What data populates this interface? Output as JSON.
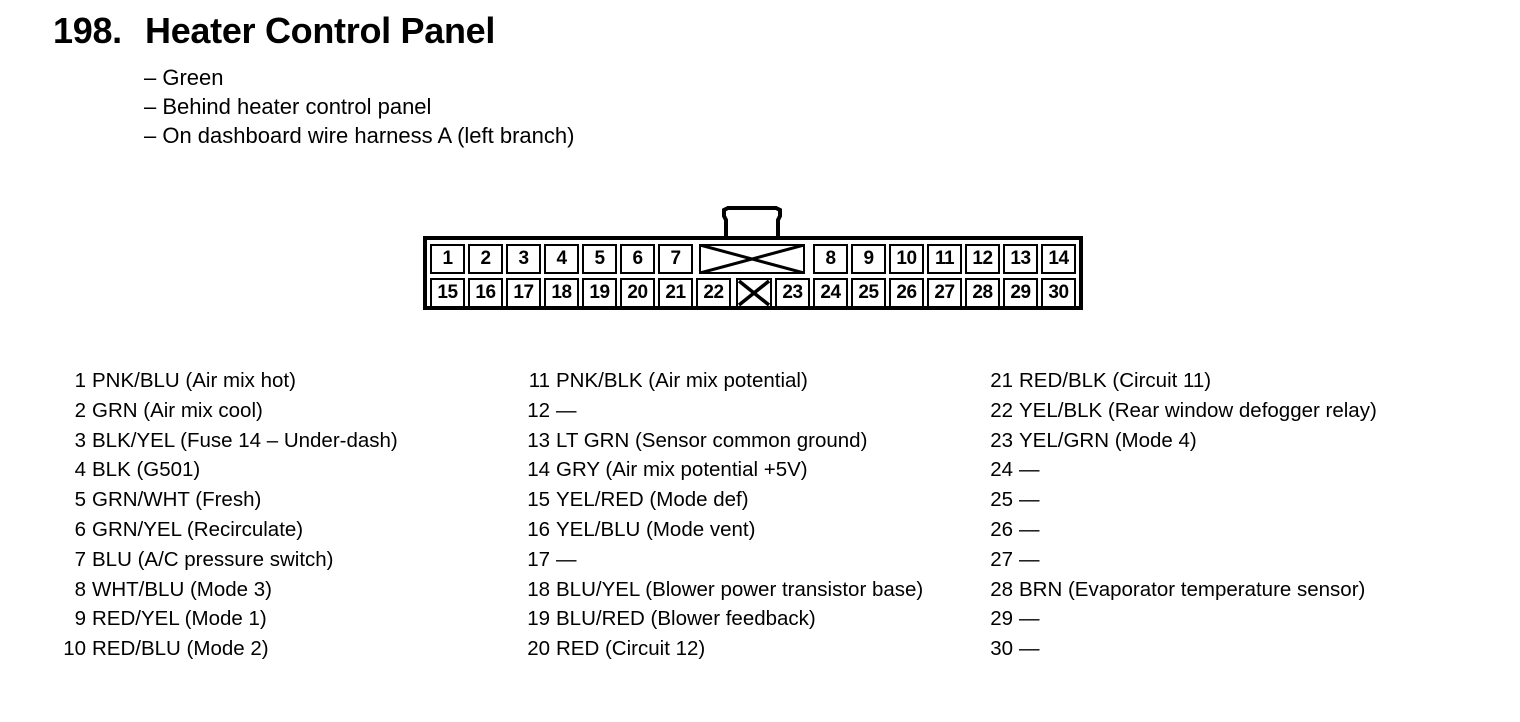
{
  "header": {
    "number": "198.",
    "title": "Heater Control Panel"
  },
  "notes": [
    "– Green",
    "– Behind heater control panel",
    "– On dashboard wire harness A (left branch)"
  ],
  "connector": {
    "top_row": [
      "1",
      "2",
      "3",
      "4",
      "5",
      "6",
      "7",
      "8",
      "9",
      "10",
      "11",
      "12",
      "13",
      "14"
    ],
    "bottom_row": [
      "15",
      "16",
      "17",
      "18",
      "19",
      "20",
      "21",
      "22",
      "23",
      "24",
      "25",
      "26",
      "27",
      "28",
      "29",
      "30"
    ]
  },
  "pinout": {
    "columns": [
      [
        {
          "pin": "1",
          "desc": "PNK/BLU (Air mix hot)"
        },
        {
          "pin": "2",
          "desc": "GRN (Air mix cool)"
        },
        {
          "pin": "3",
          "desc": "BLK/YEL (Fuse 14 – Under-dash)"
        },
        {
          "pin": "4",
          "desc": "BLK (G501)"
        },
        {
          "pin": "5",
          "desc": "GRN/WHT (Fresh)"
        },
        {
          "pin": "6",
          "desc": "GRN/YEL (Recirculate)"
        },
        {
          "pin": "7",
          "desc": "BLU (A/C pressure switch)"
        },
        {
          "pin": "8",
          "desc": "WHT/BLU (Mode 3)"
        },
        {
          "pin": "9",
          "desc": "RED/YEL (Mode 1)"
        },
        {
          "pin": "10",
          "desc": "RED/BLU (Mode 2)"
        }
      ],
      [
        {
          "pin": "11",
          "desc": "PNK/BLK (Air mix potential)"
        },
        {
          "pin": "12",
          "desc": "—"
        },
        {
          "pin": "13",
          "desc": "LT GRN (Sensor common ground)"
        },
        {
          "pin": "14",
          "desc": "GRY (Air mix potential +5V)"
        },
        {
          "pin": "15",
          "desc": "YEL/RED (Mode def)"
        },
        {
          "pin": "16",
          "desc": "YEL/BLU (Mode vent)"
        },
        {
          "pin": "17",
          "desc": "—"
        },
        {
          "pin": "18",
          "desc": "BLU/YEL (Blower power transistor base)"
        },
        {
          "pin": "19",
          "desc": "BLU/RED (Blower feedback)"
        },
        {
          "pin": "20",
          "desc": "RED (Circuit 12)"
        }
      ],
      [
        {
          "pin": "21",
          "desc": "RED/BLK (Circuit 11)"
        },
        {
          "pin": "22",
          "desc": "YEL/BLK (Rear window defogger relay)"
        },
        {
          "pin": "23",
          "desc": "YEL/GRN (Mode 4)"
        },
        {
          "pin": "24",
          "desc": "—"
        },
        {
          "pin": "25",
          "desc": "—"
        },
        {
          "pin": "26",
          "desc": "—"
        },
        {
          "pin": "27",
          "desc": "—"
        },
        {
          "pin": "28",
          "desc": "BRN (Evaporator temperature sensor)"
        },
        {
          "pin": "29",
          "desc": "—"
        },
        {
          "pin": "30",
          "desc": "—"
        }
      ]
    ]
  }
}
